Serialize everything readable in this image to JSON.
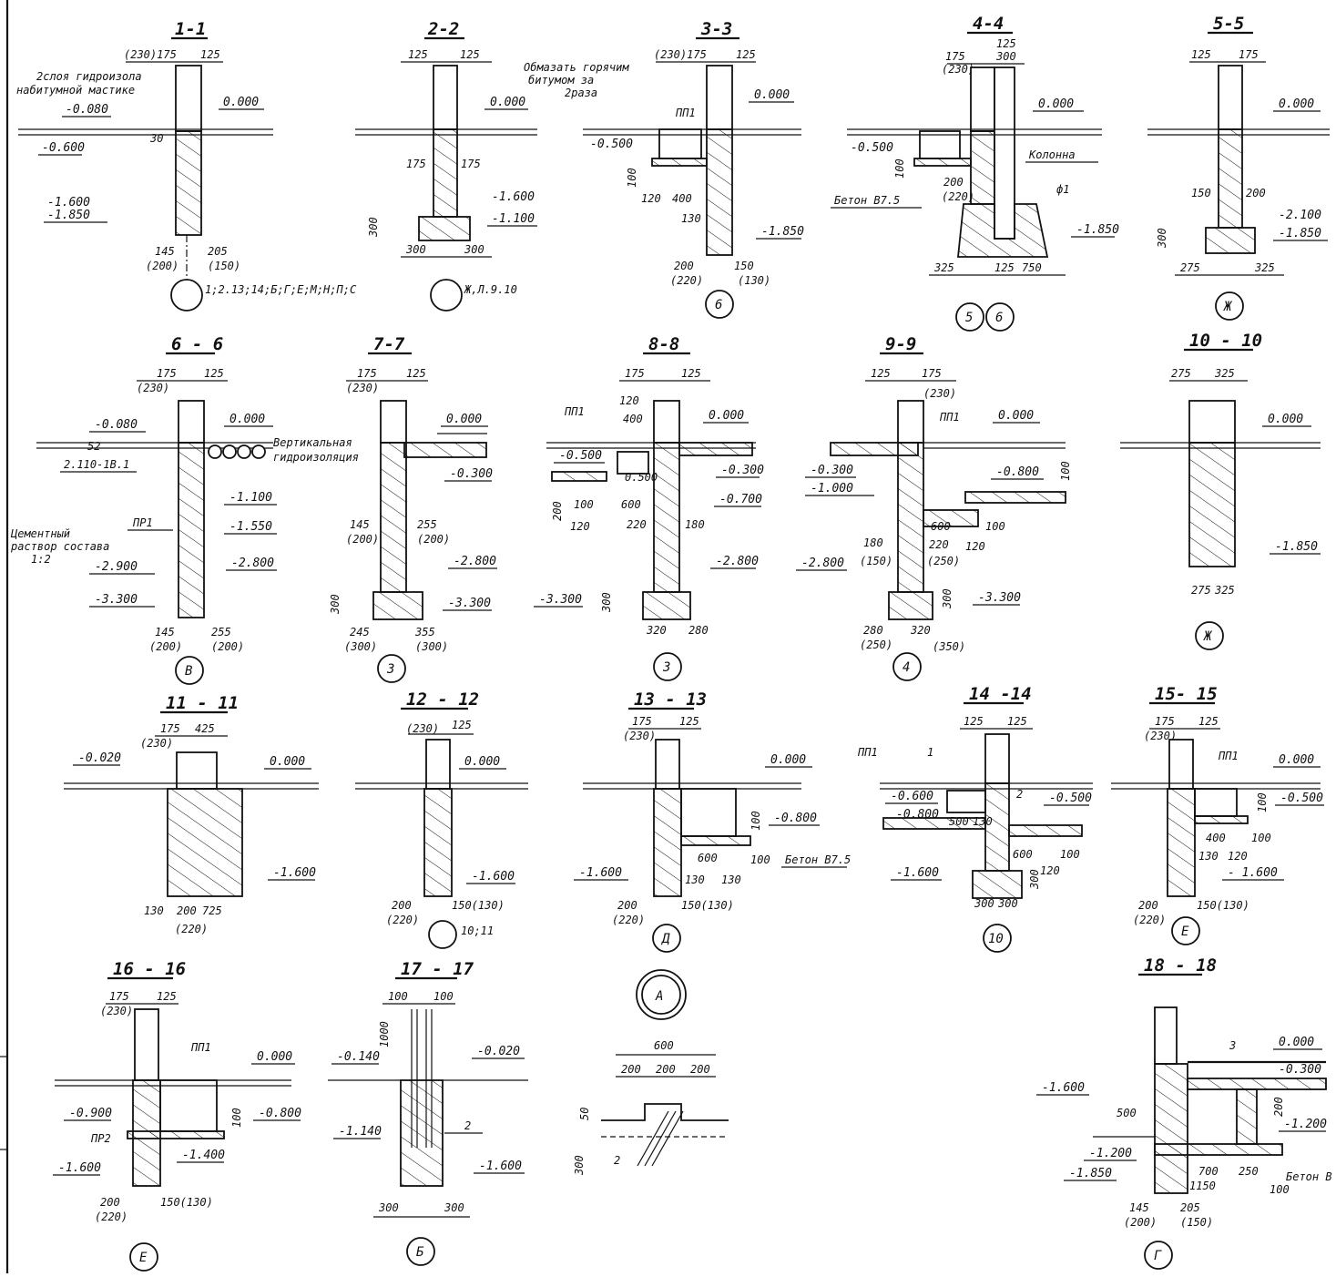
{
  "sheet": {
    "frame_color": "#111111",
    "background": "#ffffff"
  },
  "sections": [
    {
      "id": "1-1",
      "title": "1-1",
      "dims_top": [
        "(230)175",
        "125"
      ],
      "levels": [
        "0.000",
        "-0.080",
        "-0.600",
        "-1.600",
        "-1.850"
      ],
      "notes": [
        "2слоя гидроизола",
        "набитумной мастике",
        "30"
      ],
      "dims_bottom": [
        "145",
        "(200)",
        "205",
        "(150)"
      ],
      "axis": "",
      "axis_note": "1;2.13;14;Б;Г;Е;М;Н;П;С"
    },
    {
      "id": "2-2",
      "title": "2-2",
      "dims_top": [
        "125",
        "125"
      ],
      "levels": [
        "0.000",
        "-1.600",
        "-1.100"
      ],
      "notes": [
        "175",
        "175",
        "300"
      ],
      "dims_bottom": [
        "300",
        "300"
      ],
      "axis": "",
      "axis_note": "Ж,Л.9.10"
    },
    {
      "id": "3-3",
      "title": "3-3",
      "dims_top": [
        "(230)175",
        "125"
      ],
      "levels": [
        "0.000",
        "-0.500",
        "-1.850"
      ],
      "notes": [
        "Обмазать горячим",
        "битумом за",
        "2раза",
        "ПП1",
        "100",
        "120",
        "400",
        "130"
      ],
      "dims_bottom": [
        "200",
        "(220)",
        "150",
        "(130)"
      ],
      "axis": "6",
      "axis_note": ""
    },
    {
      "id": "4-4",
      "title": "4-4",
      "dims_top": [
        "175",
        "(230)",
        "125",
        "300"
      ],
      "levels": [
        "0.000",
        "-0.500",
        "-1.850"
      ],
      "notes": [
        "Колонна",
        "Бетон B7.5",
        "ф1",
        "100",
        "200",
        "(220)"
      ],
      "dims_bottom": [
        "325",
        "125",
        "750"
      ],
      "axis": "5",
      "axis2": "6",
      "axis_note": ""
    },
    {
      "id": "5-5",
      "title": "5-5",
      "dims_top": [
        "125",
        "175"
      ],
      "levels": [
        "0.000",
        "-2.100",
        "-1.850"
      ],
      "notes": [
        "150",
        "200",
        "300"
      ],
      "dims_bottom": [
        "275",
        "325"
      ],
      "axis": "Ж",
      "axis_note": ""
    },
    {
      "id": "6-6",
      "title": "6 - 6",
      "dims_top": [
        "175",
        "(230)",
        "125"
      ],
      "levels": [
        "0.000",
        "-0.080",
        "-1.100",
        "-1.550",
        "-2.800",
        "-2.900",
        "-3.300"
      ],
      "notes": [
        "52",
        "2.110-1В.1",
        "ПР1",
        "Цементный",
        "раствор состава",
        "1:2"
      ],
      "dims_bottom": [
        "145",
        "(200)",
        "255",
        "(200)"
      ],
      "axis": "В",
      "axis_note": ""
    },
    {
      "id": "7-7",
      "title": "7-7",
      "dims_top": [
        "175",
        "(230)",
        "125"
      ],
      "levels": [
        "0.000",
        "-0.300",
        "-2.800",
        "-3.300"
      ],
      "notes": [
        "Вертикальная",
        "гидроизоляция",
        "145",
        "(200)",
        "255",
        "(200)",
        "300"
      ],
      "dims_bottom": [
        "245",
        "(300)",
        "355",
        "(300)"
      ],
      "axis": "3",
      "axis_note": ""
    },
    {
      "id": "8-8",
      "title": "8-8",
      "dims_top": [
        "175",
        "125"
      ],
      "levels": [
        "0.000",
        "-0.500",
        "-0.300",
        "-0.700",
        "-2.800",
        "-3.300"
      ],
      "notes": [
        "ПП1",
        "120",
        "400",
        "0.500",
        "100",
        "600",
        "120",
        "220",
        "180",
        "200",
        "300"
      ],
      "dims_bottom": [
        "320",
        "280"
      ],
      "axis": "3",
      "axis_note": ""
    },
    {
      "id": "9-9",
      "title": "9-9",
      "dims_top": [
        "125",
        "175",
        "(230)"
      ],
      "levels": [
        "0.000",
        "-0.300",
        "-1.000",
        "-0.800",
        "-2.800",
        "-3.300"
      ],
      "notes": [
        "ПП1",
        "100",
        "600",
        "100",
        "220",
        "120",
        "(250)",
        "180",
        "(150)",
        "300"
      ],
      "dims_bottom": [
        "280",
        "(250)",
        "320",
        "(350)"
      ],
      "axis": "4",
      "axis_note": ""
    },
    {
      "id": "10-10",
      "title": "10 - 10",
      "dims_top": [
        "275",
        "325"
      ],
      "levels": [
        "0.000",
        "-1.850"
      ],
      "notes": [],
      "dims_bottom": [
        "275",
        "325"
      ],
      "axis": "Ж",
      "axis_note": ""
    },
    {
      "id": "11-11",
      "title": "11 - 11",
      "dims_top": [
        "175",
        "425",
        "(230)"
      ],
      "levels": [
        "-0.020",
        "0.000",
        "-1.600"
      ],
      "notes": [],
      "dims_bottom": [
        "130",
        "200",
        "725",
        "(220)"
      ],
      "axis": "",
      "axis_note": ""
    },
    {
      "id": "12-12",
      "title": "12 - 12",
      "dims_top": [
        "(230)",
        "125"
      ],
      "levels": [
        "0.000",
        "-1.600"
      ],
      "notes": [],
      "dims_bottom": [
        "200",
        "(220)",
        "150(130)"
      ],
      "axis": "",
      "axis_note": "10;11"
    },
    {
      "id": "13-13",
      "title": "13 - 13",
      "dims_top": [
        "175",
        "(230)",
        "125"
      ],
      "levels": [
        "0.000",
        "-0.800",
        "-1.600"
      ],
      "notes": [
        "100",
        "600",
        "100",
        "130",
        "130"
      ],
      "dims_bottom": [
        "200",
        "(220)",
        "150(130)"
      ],
      "axis": "Д",
      "axis_note": ""
    },
    {
      "id": "14-14",
      "title": "14 -14",
      "dims_top": [
        "125",
        "125"
      ],
      "levels": [
        "-0.600",
        "-0.800",
        "-0.500",
        "-1.600"
      ],
      "notes": [
        "ПП1",
        "1",
        "2",
        "500",
        "130",
        "600",
        "100",
        "120",
        "300",
        "Бетон B7.5"
      ],
      "dims_bottom": [
        "300",
        "300"
      ],
      "axis": "10",
      "axis_note": ""
    },
    {
      "id": "15-15",
      "title": "15- 15",
      "dims_top": [
        "175",
        "(230)",
        "125"
      ],
      "levels": [
        "0.000",
        "-0.500",
        "- 1.600"
      ],
      "notes": [
        "ПП1",
        "100",
        "400",
        "100",
        "130",
        "120"
      ],
      "dims_bottom": [
        "200",
        "(220)",
        "150(130)"
      ],
      "axis": "Е",
      "axis_note": ""
    },
    {
      "id": "16-16",
      "title": "16 - 16",
      "dims_top": [
        "175",
        "(230)",
        "125"
      ],
      "levels": [
        "0.000",
        "-0.900",
        "-0.800",
        "-1.400",
        "-1.600"
      ],
      "notes": [
        "ПП1",
        "ПР2",
        "100"
      ],
      "dims_bottom": [
        "200",
        "(220)",
        "150(130)"
      ],
      "axis": "Е",
      "axis_note": ""
    },
    {
      "id": "17-17",
      "title": "17 - 17",
      "dims_top": [
        "100",
        "100"
      ],
      "levels": [
        "-0.140",
        "-0.020",
        "-1.140",
        "-1.600"
      ],
      "notes": [
        "1000",
        "2"
      ],
      "dims_bottom": [
        "300",
        "300"
      ],
      "axis": "Б",
      "axis_note": ""
    },
    {
      "id": "A",
      "title": "",
      "dims_top": [
        "600",
        "200",
        "200",
        "200"
      ],
      "levels": [],
      "notes": [
        "50",
        "300",
        "2"
      ],
      "dims_bottom": [],
      "axis": "А",
      "axis_note": ""
    },
    {
      "id": "18-18",
      "title": "18 - 18",
      "dims_top": [],
      "levels": [
        "0.000",
        "-0.300",
        "-1.600",
        "-1.200",
        "-1.200",
        "-1.850"
      ],
      "notes": [
        "3",
        "500",
        "200",
        "700",
        "250",
        "100",
        "1150",
        "Бетон B"
      ],
      "dims_bottom": [
        "145",
        "(200)",
        "205",
        "(150)"
      ],
      "axis": "Г",
      "axis_note": ""
    }
  ]
}
